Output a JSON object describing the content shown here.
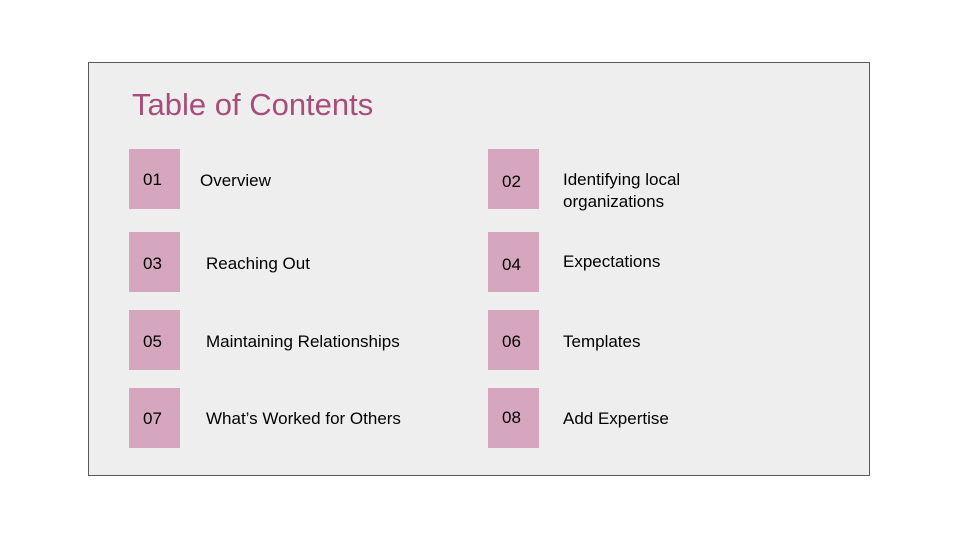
{
  "slide": {
    "title": "Table of Contents",
    "accent_color": "#a64d79",
    "box_color": "#d5a6bd",
    "panel_color": "#eeeeee",
    "entries": [
      {
        "number": "01",
        "label": "Overview"
      },
      {
        "number": "02",
        "label_lines": [
          "Identifying local",
          "organizations"
        ]
      },
      {
        "number": "03",
        "label": "Reaching Out"
      },
      {
        "number": "04",
        "label": "Expectations"
      },
      {
        "number": "05",
        "label": "Maintaining Relationships"
      },
      {
        "number": "06",
        "label": "Templates"
      },
      {
        "number": "07",
        "label": "What’s Worked for Others"
      },
      {
        "number": "08",
        "label": "Add Expertise"
      }
    ]
  }
}
